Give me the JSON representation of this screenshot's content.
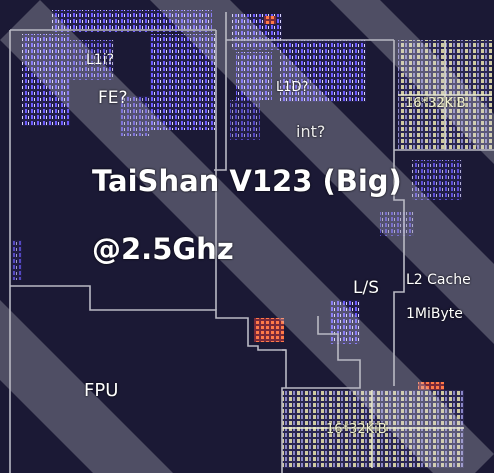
{
  "labels": {
    "l1i": "L1i?",
    "fe": "FE?",
    "l1d": "L1D?",
    "int": "int?",
    "core_title": "TaiShan V123 (Big)",
    "core_freq": "@2.5Ghz",
    "load_store": "L/S",
    "l2_cache": "L2 Cache",
    "l2_size": "1MiByte",
    "fpu": "FPU",
    "sram_top": "16*32KiB",
    "sram_bottom": "16*32KiB"
  },
  "colors": {
    "die_background": "#1b1935",
    "block_outline": "#b9b9c4",
    "sram_grid": "#e9e6c0",
    "logic_cells": "#5a4cff",
    "hotspot": "#ff6a3c",
    "watermark": "#d4d4dc"
  }
}
